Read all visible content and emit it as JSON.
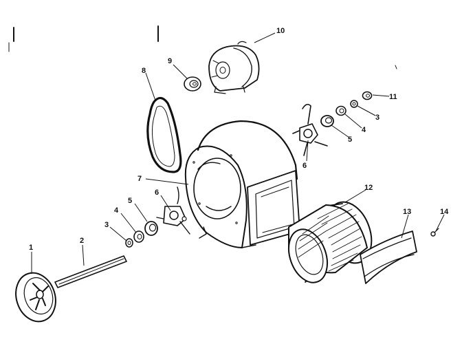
{
  "diagram": {
    "ink_color": "#111111",
    "background_color": "#ffffff",
    "callouts": [
      "1",
      "2",
      "3",
      "4",
      "5",
      "6",
      "7",
      "8",
      "9",
      "10",
      "11",
      "3",
      "4",
      "5",
      "6",
      "12",
      "13",
      "14"
    ]
  }
}
